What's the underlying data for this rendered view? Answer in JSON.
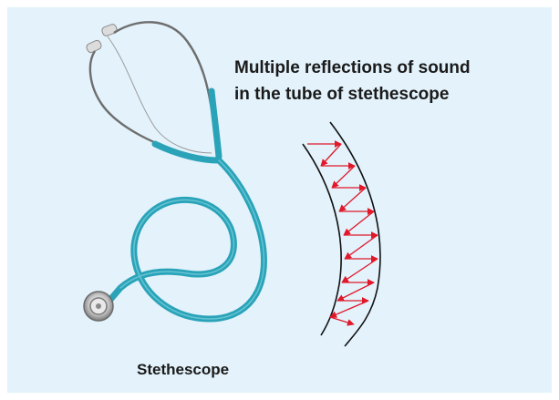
{
  "labels": {
    "reflection_title_line1": "Multiple reflections of sound",
    "reflection_title_line2": "in the tube of stethescope",
    "stethoscope_caption": "Stethescope"
  },
  "colors": {
    "background": "#e3f2fb",
    "tube": "#2aa3b8",
    "tube_dark": "#1e7f90",
    "metal": "#b0b0b0",
    "ray": "#e0182a",
    "wall": "#111111",
    "text": "#1a1a1a"
  }
}
